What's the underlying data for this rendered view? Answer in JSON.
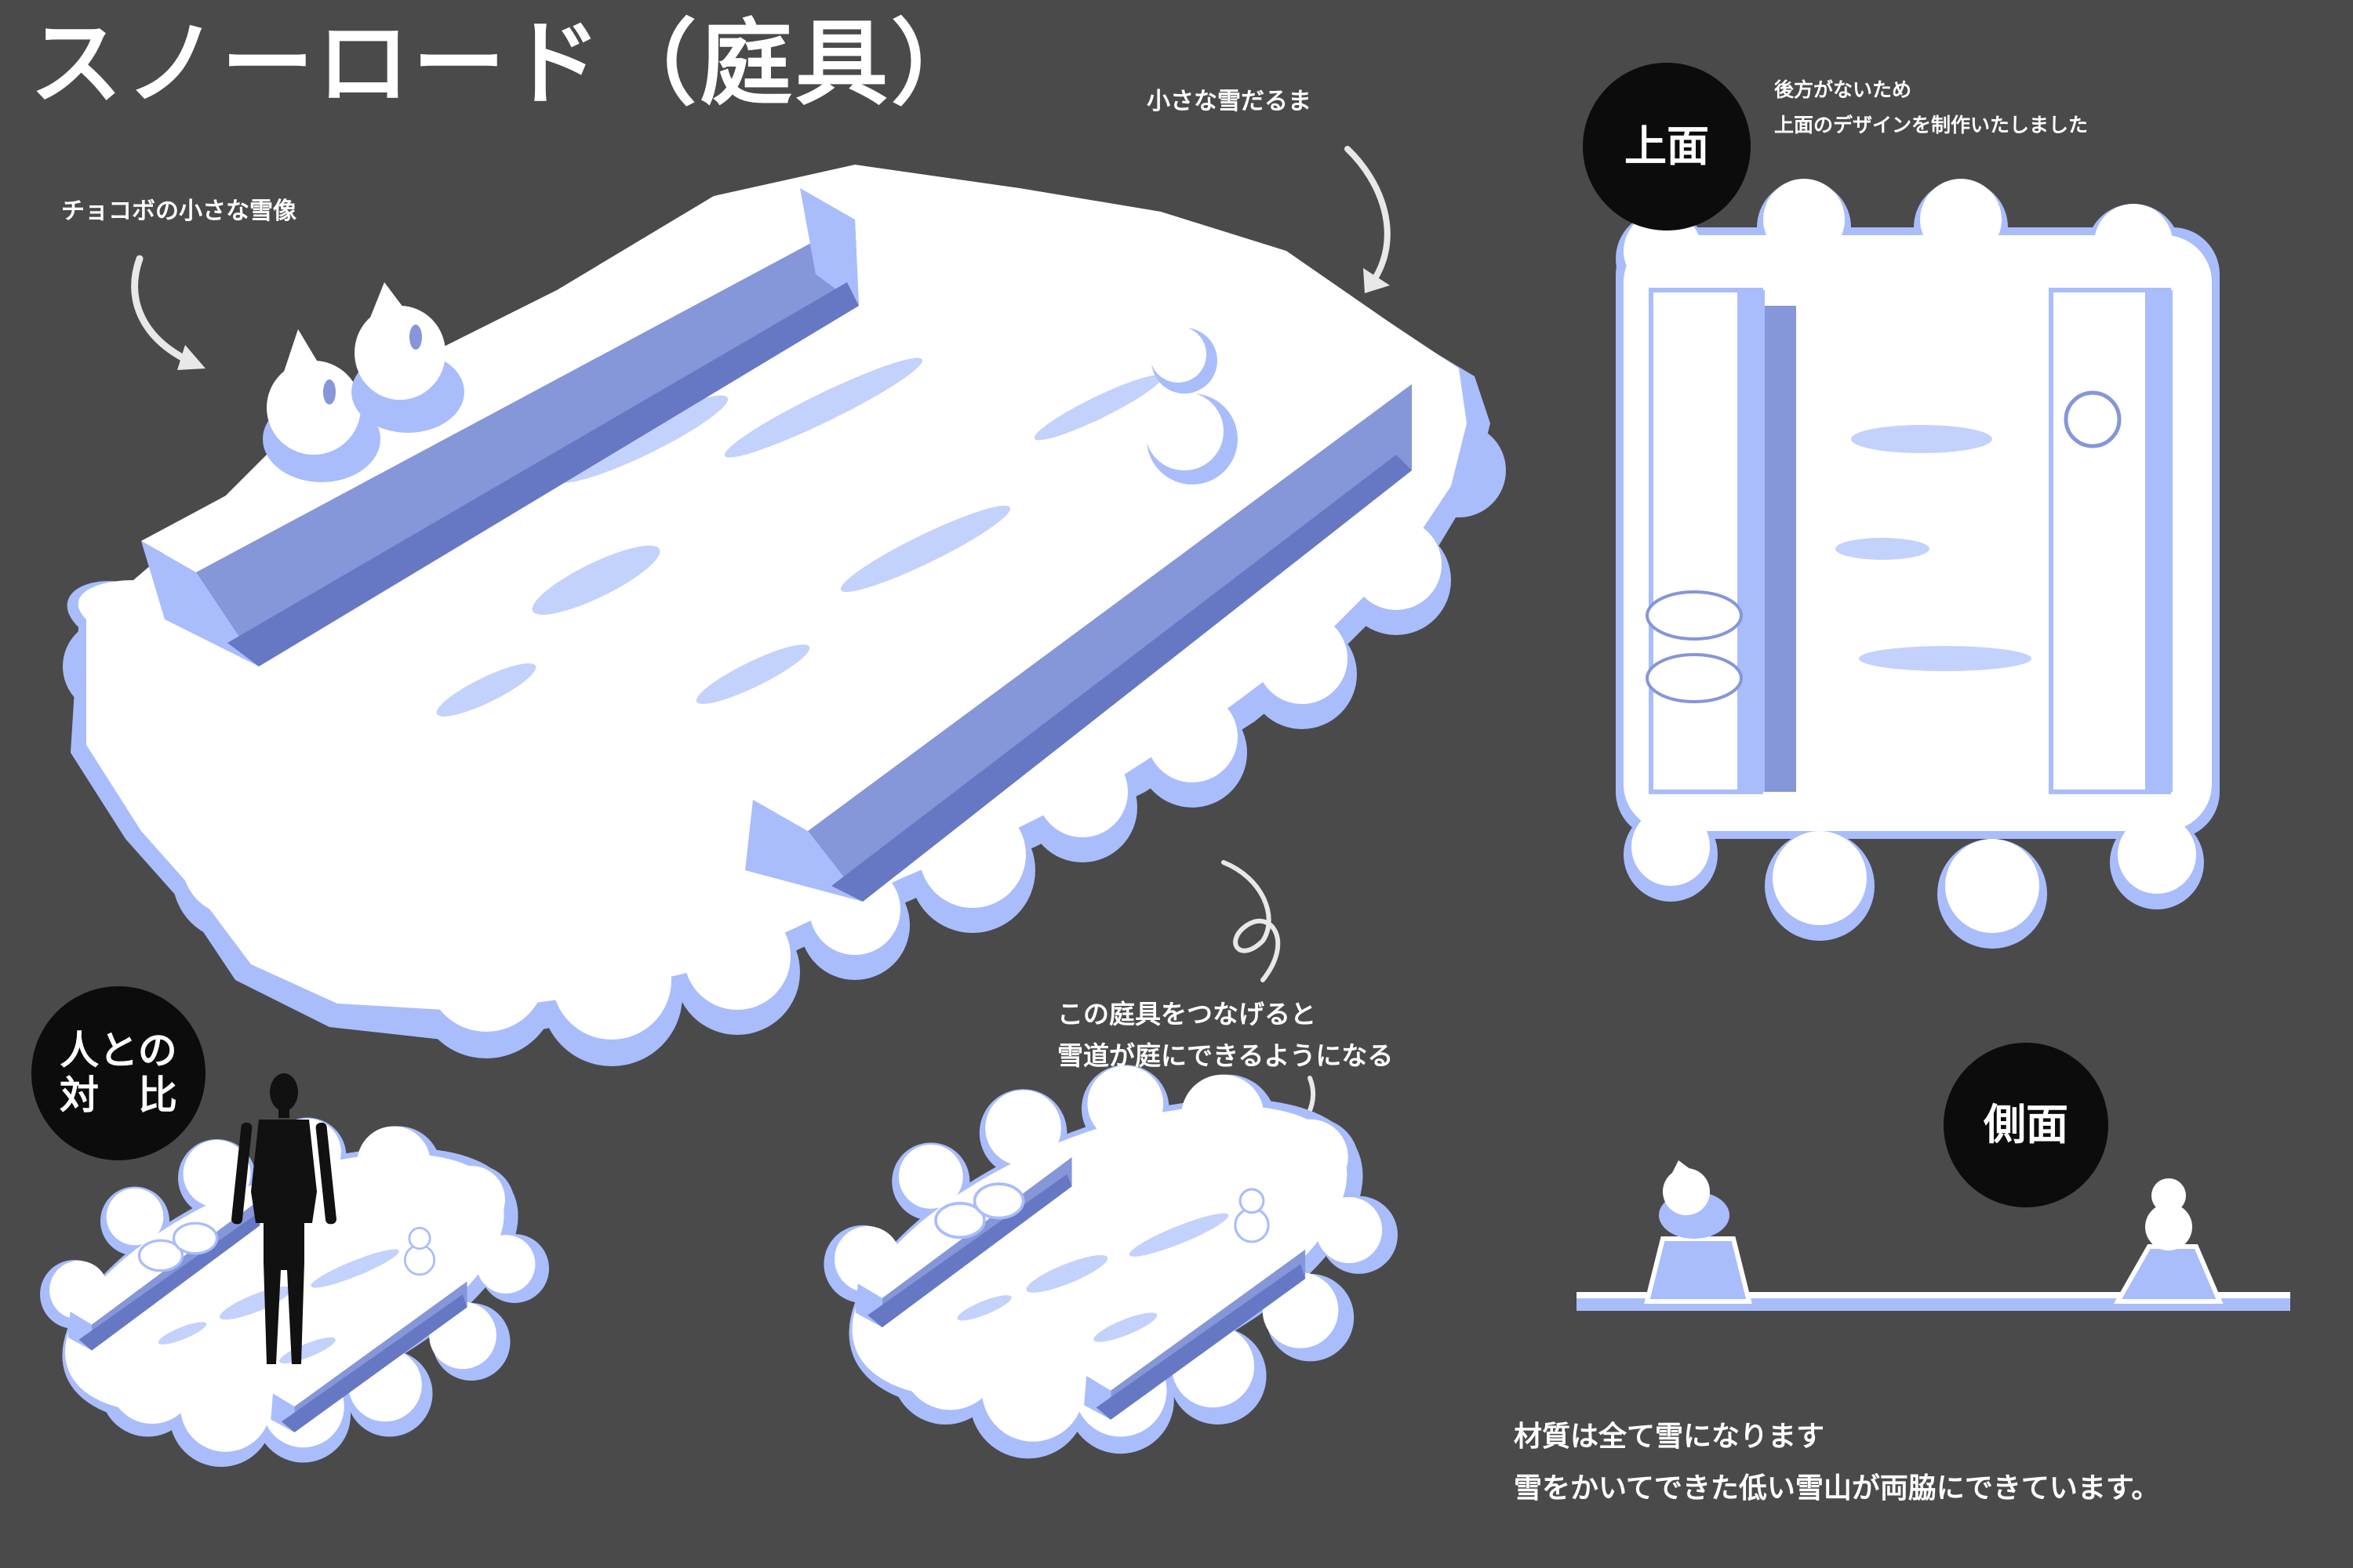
{
  "title": "スノーロード（庭具）",
  "annotations": {
    "chocobo_statue": "チョコボの小さな雪像",
    "small_snowman": "小さな雪だるま",
    "connect_line1": "この庭具をつなげると",
    "connect_line2": "雪道が庭にできるようになる",
    "top_note_line1": "後方がないため",
    "top_note_line2": "上面のデザインを制作いたしました",
    "material_line1": "材質は全て雪になります",
    "material_line2": "雪をかいてできた低い雪山が両脇にできています。"
  },
  "badges": {
    "top_view": "上面",
    "side_view": "側面",
    "compare_line1": "人との",
    "compare_line2": "対　比"
  },
  "colors": {
    "background": "#4a4a4a",
    "snow_white": "#ffffff",
    "snow_light_blue": "#a9bdfc",
    "snow_mid_blue": "#8596d9",
    "snow_shadow": "#6678c4",
    "badge_black": "#0c0c0c",
    "silhouette": "#111111"
  }
}
